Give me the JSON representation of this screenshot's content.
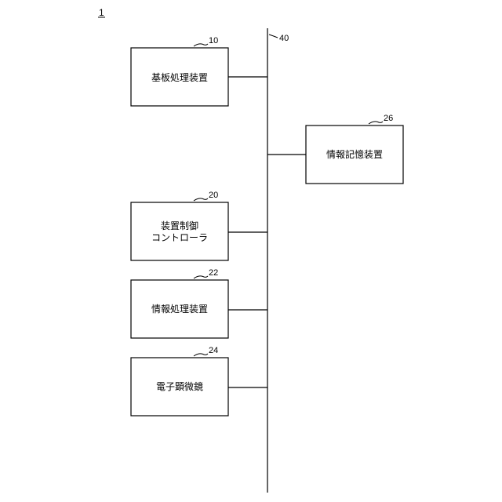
{
  "figure": {
    "number": "1"
  },
  "bus": {
    "ref": "40"
  },
  "blocks": [
    {
      "id": "substrate-processing",
      "ref": "10",
      "lines": [
        "基板処理装置"
      ]
    },
    {
      "id": "info-storage",
      "ref": "26",
      "lines": [
        "情報記憶装置"
      ]
    },
    {
      "id": "device-controller",
      "ref": "20",
      "lines": [
        "装置制御",
        "コントローラ"
      ]
    },
    {
      "id": "info-processing",
      "ref": "22",
      "lines": [
        "情報処理装置"
      ]
    },
    {
      "id": "electron-microscope",
      "ref": "24",
      "lines": [
        "電子顕微鏡"
      ]
    }
  ]
}
